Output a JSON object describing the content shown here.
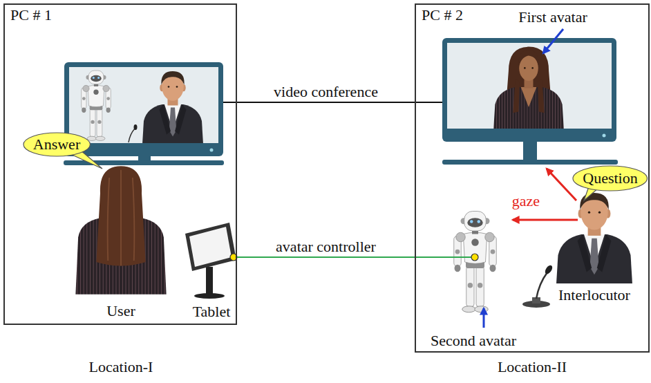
{
  "diagram": {
    "nodes": [
      {
        "text": [
          "PC # 1"
        ]
      },
      {
        "text": [
          "Answer"
        ],
        "in": 0
      },
      {
        "text": [
          "PC # 2"
        ]
      },
      {
        "text": [
          "Question"
        ],
        "in": 2
      }
    ],
    "edges": [
      {
        "from": 0,
        "to": 2,
        "arrow": "none",
        "label": "video conference"
      },
      {
        "from": 0,
        "to": 2,
        "arrow": "none",
        "label": "avatar controller"
      }
    ],
    "labels": [
      "User",
      "Tablet",
      "First avatar",
      "gaze",
      "Interlocutor",
      "Second avatar",
      "Location-I",
      "Location-II"
    ]
  }
}
